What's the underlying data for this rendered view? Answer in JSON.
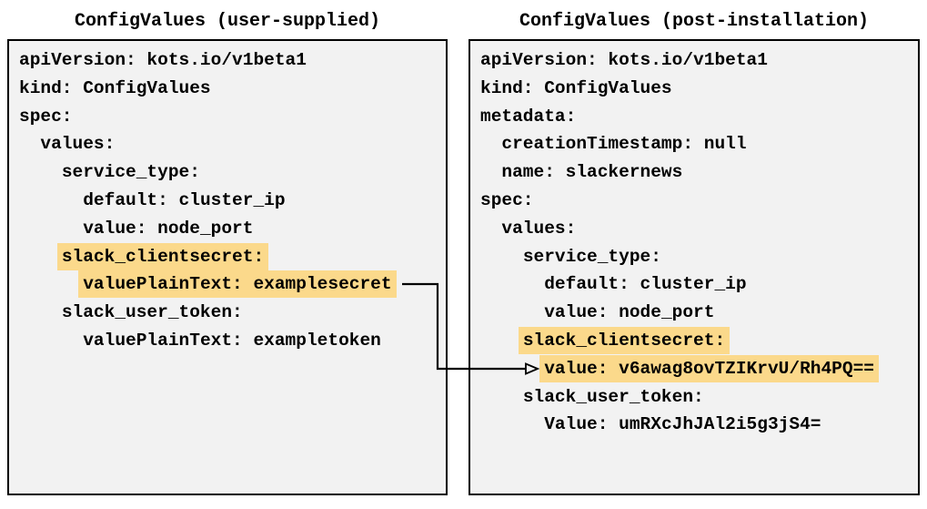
{
  "diagram": {
    "panels": [
      {
        "id": "user-supplied",
        "title": "ConfigValues (user-supplied)",
        "lines": [
          {
            "indent": 0,
            "text": "apiVersion: kots.io/v1beta1",
            "highlight": false
          },
          {
            "indent": 0,
            "text": "kind: ConfigValues",
            "highlight": false
          },
          {
            "indent": 0,
            "text": "spec:",
            "highlight": false
          },
          {
            "indent": 2,
            "text": "values:",
            "highlight": false
          },
          {
            "indent": 4,
            "text": "service_type:",
            "highlight": false
          },
          {
            "indent": 6,
            "text": "default: cluster_ip",
            "highlight": false
          },
          {
            "indent": 6,
            "text": "value: node_port",
            "highlight": false
          },
          {
            "indent": 4,
            "text": "slack_clientsecret:",
            "highlight": true
          },
          {
            "indent": 6,
            "text": "valuePlainText: examplesecret",
            "highlight": true,
            "arrow_source": true
          },
          {
            "indent": 4,
            "text": "slack_user_token:",
            "highlight": false
          },
          {
            "indent": 6,
            "text": "valuePlainText: exampletoken",
            "highlight": false
          }
        ]
      },
      {
        "id": "post-installation",
        "title": "ConfigValues (post-installation)",
        "lines": [
          {
            "indent": 0,
            "text": "apiVersion: kots.io/v1beta1",
            "highlight": false
          },
          {
            "indent": 0,
            "text": "kind: ConfigValues",
            "highlight": false
          },
          {
            "indent": 0,
            "text": "metadata:",
            "highlight": false
          },
          {
            "indent": 2,
            "text": "creationTimestamp: null",
            "highlight": false
          },
          {
            "indent": 2,
            "text": "name: slackernews",
            "highlight": false
          },
          {
            "indent": 0,
            "text": "spec:",
            "highlight": false
          },
          {
            "indent": 2,
            "text": "values:",
            "highlight": false
          },
          {
            "indent": 4,
            "text": "service_type:",
            "highlight": false
          },
          {
            "indent": 6,
            "text": "default: cluster_ip",
            "highlight": false
          },
          {
            "indent": 6,
            "text": "value: node_port",
            "highlight": false
          },
          {
            "indent": 4,
            "text": "slack_clientsecret:",
            "highlight": true
          },
          {
            "indent": 6,
            "text": "value: v6awag8ovTZIKrvU/Rh4PQ==",
            "highlight": true,
            "arrow_target": true
          },
          {
            "indent": 4,
            "text": "slack_user_token:",
            "highlight": false
          },
          {
            "indent": 6,
            "text": "Value: umRXcJhJAl2i5g3jS4=",
            "highlight": false
          }
        ]
      }
    ],
    "connector": {
      "from": "valuePlainText: examplesecret",
      "to": "value: v6awag8ovTZIKrvU/Rh4PQ==",
      "style": "elbow-arrow"
    },
    "colors": {
      "highlight": "#fbd98b",
      "panel_bg": "#f2f2f2",
      "panel_border": "#000000",
      "text": "#000000",
      "arrow": "#000000",
      "page_bg": "#ffffff"
    }
  }
}
